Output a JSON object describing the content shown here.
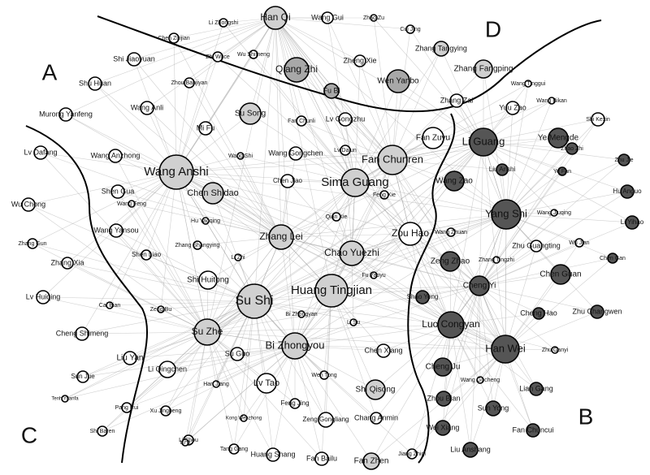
{
  "diagram": {
    "regions": [
      {
        "id": "A",
        "label": "A"
      },
      {
        "id": "B",
        "label": "B"
      },
      {
        "id": "C",
        "label": "C"
      },
      {
        "id": "D",
        "label": "D"
      }
    ],
    "colors": {
      "light": "#d0d0d0",
      "medium": "#a8a8a8",
      "dark": "#555555",
      "white": "#ffffff",
      "edge": "#aaaaaa"
    },
    "nodes": [
      {
        "label": "Han Qi",
        "shade": "light"
      },
      {
        "label": "Wang Gui",
        "shade": "white"
      },
      {
        "label": "Zhao Zu",
        "shade": "white"
      },
      {
        "label": "Li Zhongshi",
        "shade": "white"
      },
      {
        "label": "Chen Zuijian",
        "shade": "white"
      },
      {
        "label": "Cui Jing",
        "shade": "white"
      },
      {
        "label": "Zhang Tangying",
        "shade": "light"
      },
      {
        "label": "Zhang Fangping",
        "shade": "light"
      },
      {
        "label": "Qiang Zhi",
        "shade": "medium"
      },
      {
        "label": "Zhi Wuce",
        "shade": "white"
      },
      {
        "label": "Wu Shimeng",
        "shade": "white"
      },
      {
        "label": "Zheng Xie",
        "shade": "white"
      },
      {
        "label": "Shi Jiaoyuan",
        "shade": "white"
      },
      {
        "label": "Shu Huan",
        "shade": "white"
      },
      {
        "label": "Zhou Banjiyan",
        "shade": "white"
      },
      {
        "label": "Fu Bi",
        "shade": "medium"
      },
      {
        "label": "Wen Yanbo",
        "shade": "medium"
      },
      {
        "label": "Zhang Zai",
        "shade": "white"
      },
      {
        "label": "Wang Tinggui",
        "shade": "white"
      },
      {
        "label": "Wang Anli",
        "shade": "white"
      },
      {
        "label": "Su Song",
        "shade": "light"
      },
      {
        "label": "Fan Chunli",
        "shade": "white"
      },
      {
        "label": "Lv Gongzhu",
        "shade": "white"
      },
      {
        "label": "Yuu Zao",
        "shade": "white"
      },
      {
        "label": "Wang Bikan",
        "shade": "white"
      },
      {
        "label": "Murong Yanfeng",
        "shade": "white"
      },
      {
        "label": "Mi Fu",
        "shade": "white"
      },
      {
        "label": "Shi Kexin",
        "shade": "white"
      },
      {
        "label": "Lv Dafang",
        "shade": "white"
      },
      {
        "label": "Wang Anzhong",
        "shade": "white"
      },
      {
        "label": "Wang Shi",
        "shade": "white"
      },
      {
        "label": "Wang Gongchen",
        "shade": "white"
      },
      {
        "label": "Lv Dajun",
        "shade": "white"
      },
      {
        "label": "Fan Zuyu",
        "shade": "white"
      },
      {
        "label": "Li Guang",
        "shade": "dark"
      },
      {
        "label": "Ye Mengde",
        "shade": "dark"
      },
      {
        "label": "Zhao Zhi",
        "shade": "dark"
      },
      {
        "label": "Zhu Jie",
        "shade": "dark"
      },
      {
        "label": "Wang Anshi",
        "shade": "light"
      },
      {
        "label": "Fan Chunren",
        "shade": "light"
      },
      {
        "label": "Liu Anshi",
        "shade": "dark"
      },
      {
        "label": "Ye Fan",
        "shade": "dark"
      },
      {
        "label": "Wu Chong",
        "shade": "white"
      },
      {
        "label": "Shen Gua",
        "shade": "white"
      },
      {
        "label": "Chen Shidao",
        "shade": "light"
      },
      {
        "label": "Chen Jiao",
        "shade": "white"
      },
      {
        "label": "Sima Guang",
        "shade": "light"
      },
      {
        "label": "Feng Xie",
        "shade": "white"
      },
      {
        "label": "Wang Zao",
        "shade": "dark"
      },
      {
        "label": "Hu Anguo",
        "shade": "dark"
      },
      {
        "label": "Wang Feng",
        "shade": "white"
      },
      {
        "label": "Yang Shi",
        "shade": "dark"
      },
      {
        "label": "Wang Jiuqing",
        "shade": "white"
      },
      {
        "label": "Li Yihao",
        "shade": "dark"
      },
      {
        "label": "Zhang Gun",
        "shade": "white"
      },
      {
        "label": "Wang Yansou",
        "shade": "white"
      },
      {
        "label": "Hu Yaoqing",
        "shade": "white"
      },
      {
        "label": "Qian Xie",
        "shade": "white"
      },
      {
        "label": "Wang Zhuan",
        "shade": "white"
      },
      {
        "label": "Zhang Xia",
        "shade": "white"
      },
      {
        "label": "Zhang Shangying",
        "shade": "white"
      },
      {
        "label": "Zhang Lei",
        "shade": "light"
      },
      {
        "label": "Zou Hao",
        "shade": "white"
      },
      {
        "label": "Zhu Guangting",
        "shade": "white"
      },
      {
        "label": "Wu Jian",
        "shade": "white"
      },
      {
        "label": "Shen Liao",
        "shade": "white"
      },
      {
        "label": "Li Zhi",
        "shade": "white"
      },
      {
        "label": "Chao Yuezhi",
        "shade": "light"
      },
      {
        "label": "Zeng Zhao",
        "shade": "dark"
      },
      {
        "label": "Zhang Tingzhi",
        "shade": "white"
      },
      {
        "label": "Chen Gan",
        "shade": "dark"
      },
      {
        "label": "Lv Huiqing",
        "shade": "white"
      },
      {
        "label": "Shi Huitong",
        "shade": "white"
      },
      {
        "label": "Fu Yaoyu",
        "shade": "white"
      },
      {
        "label": "Chen Guan",
        "shade": "dark"
      },
      {
        "label": "Huang Tingjian",
        "shade": "light"
      },
      {
        "label": "Cheng Yi",
        "shade": "dark"
      },
      {
        "label": "Su Shi",
        "shade": "light"
      },
      {
        "label": "Shao Yong",
        "shade": "dark"
      },
      {
        "label": "Cai Bian",
        "shade": "white"
      },
      {
        "label": "Zeng Bu",
        "shade": "white"
      },
      {
        "label": "Bi Zhongyan",
        "shade": "white"
      },
      {
        "label": "Cheng Hao",
        "shade": "dark"
      },
      {
        "label": "Zhu Changwen",
        "shade": "dark"
      },
      {
        "label": "Li Su",
        "shade": "white"
      },
      {
        "label": "Luo Congyan",
        "shade": "dark"
      },
      {
        "label": "Cheng Shimeng",
        "shade": "white"
      },
      {
        "label": "Su Zhe",
        "shade": "light"
      },
      {
        "label": "Bi Zhongyou",
        "shade": "light"
      },
      {
        "label": "Chen Xiang",
        "shade": "white"
      },
      {
        "label": "Han Wei",
        "shade": "dark"
      },
      {
        "label": "Zhu Ganyi",
        "shade": "white"
      },
      {
        "label": "Liu Yan",
        "shade": "white"
      },
      {
        "label": "Su Guo",
        "shade": "white"
      },
      {
        "label": "Li Qingchen",
        "shade": "white"
      },
      {
        "label": "Cheng Ju",
        "shade": "dark"
      },
      {
        "label": "Sun Jue",
        "shade": "white"
      },
      {
        "label": "Han Jiang",
        "shade": "white"
      },
      {
        "label": "Lv Tao",
        "shade": "white"
      },
      {
        "label": "Wen Tong",
        "shade": "white"
      },
      {
        "label": "Wang Gucheng",
        "shade": "white"
      },
      {
        "label": "Lian Gang",
        "shade": "dark"
      },
      {
        "label": "Shi Qisong",
        "shade": "light"
      },
      {
        "label": "Tenh Yuanfa",
        "shade": "white"
      },
      {
        "label": "Pang Rui",
        "shade": "white"
      },
      {
        "label": "Xu Jingbeng",
        "shade": "white"
      },
      {
        "label": "Feng Jing",
        "shade": "white"
      },
      {
        "label": "Zhou Bian",
        "shade": "dark"
      },
      {
        "label": "Sun Yong",
        "shade": "dark"
      },
      {
        "label": "Kong Wenzhong",
        "shade": "white"
      },
      {
        "label": "Zeng Gongliang",
        "shade": "white"
      },
      {
        "label": "Chang Anmin",
        "shade": "white"
      },
      {
        "label": "Wei Xiang",
        "shade": "dark"
      },
      {
        "label": "Fan Chuncui",
        "shade": "dark"
      },
      {
        "label": "Shi Baren",
        "shade": "white"
      },
      {
        "label": "Li Shou",
        "shade": "white"
      },
      {
        "label": "Lu Li",
        "shade": "white"
      },
      {
        "label": "Tang Gang",
        "shade": "white"
      },
      {
        "label": "Huang Shang",
        "shade": "white"
      },
      {
        "label": "Fan Bailu",
        "shade": "white"
      },
      {
        "label": "Jiang Zhiqi",
        "shade": "white"
      },
      {
        "label": "Liu Anshang",
        "shade": "dark"
      },
      {
        "label": "Fan Zhen",
        "shade": "light"
      }
    ]
  }
}
